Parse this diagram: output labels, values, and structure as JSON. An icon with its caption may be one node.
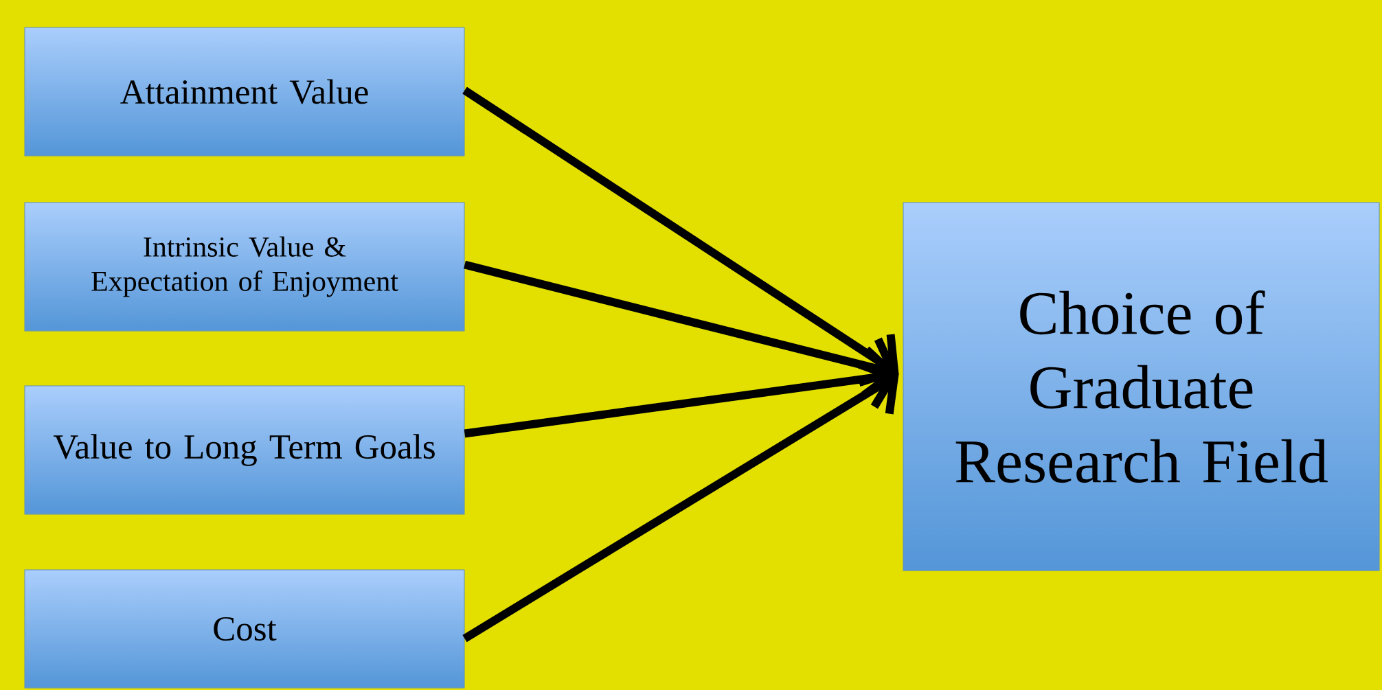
{
  "diagram": {
    "nodes": [
      {
        "text": [
          "Attainment Value"
        ]
      },
      {
        "text": [
          "Intrinsic Value & Expectation of Enjoyment"
        ]
      },
      {
        "text": [
          "Value to Long Term Goals"
        ]
      },
      {
        "text": [
          "Cost"
        ]
      },
      {
        "text": [
          "Choice of Graduate Research Field"
        ]
      }
    ],
    "edges": [
      {
        "from": 0,
        "to": 4,
        "arrow": "to"
      },
      {
        "from": 1,
        "to": 4,
        "arrow": "to"
      },
      {
        "from": 2,
        "to": 4,
        "arrow": "to"
      },
      {
        "from": 3,
        "to": 4,
        "arrow": "to"
      }
    ]
  }
}
